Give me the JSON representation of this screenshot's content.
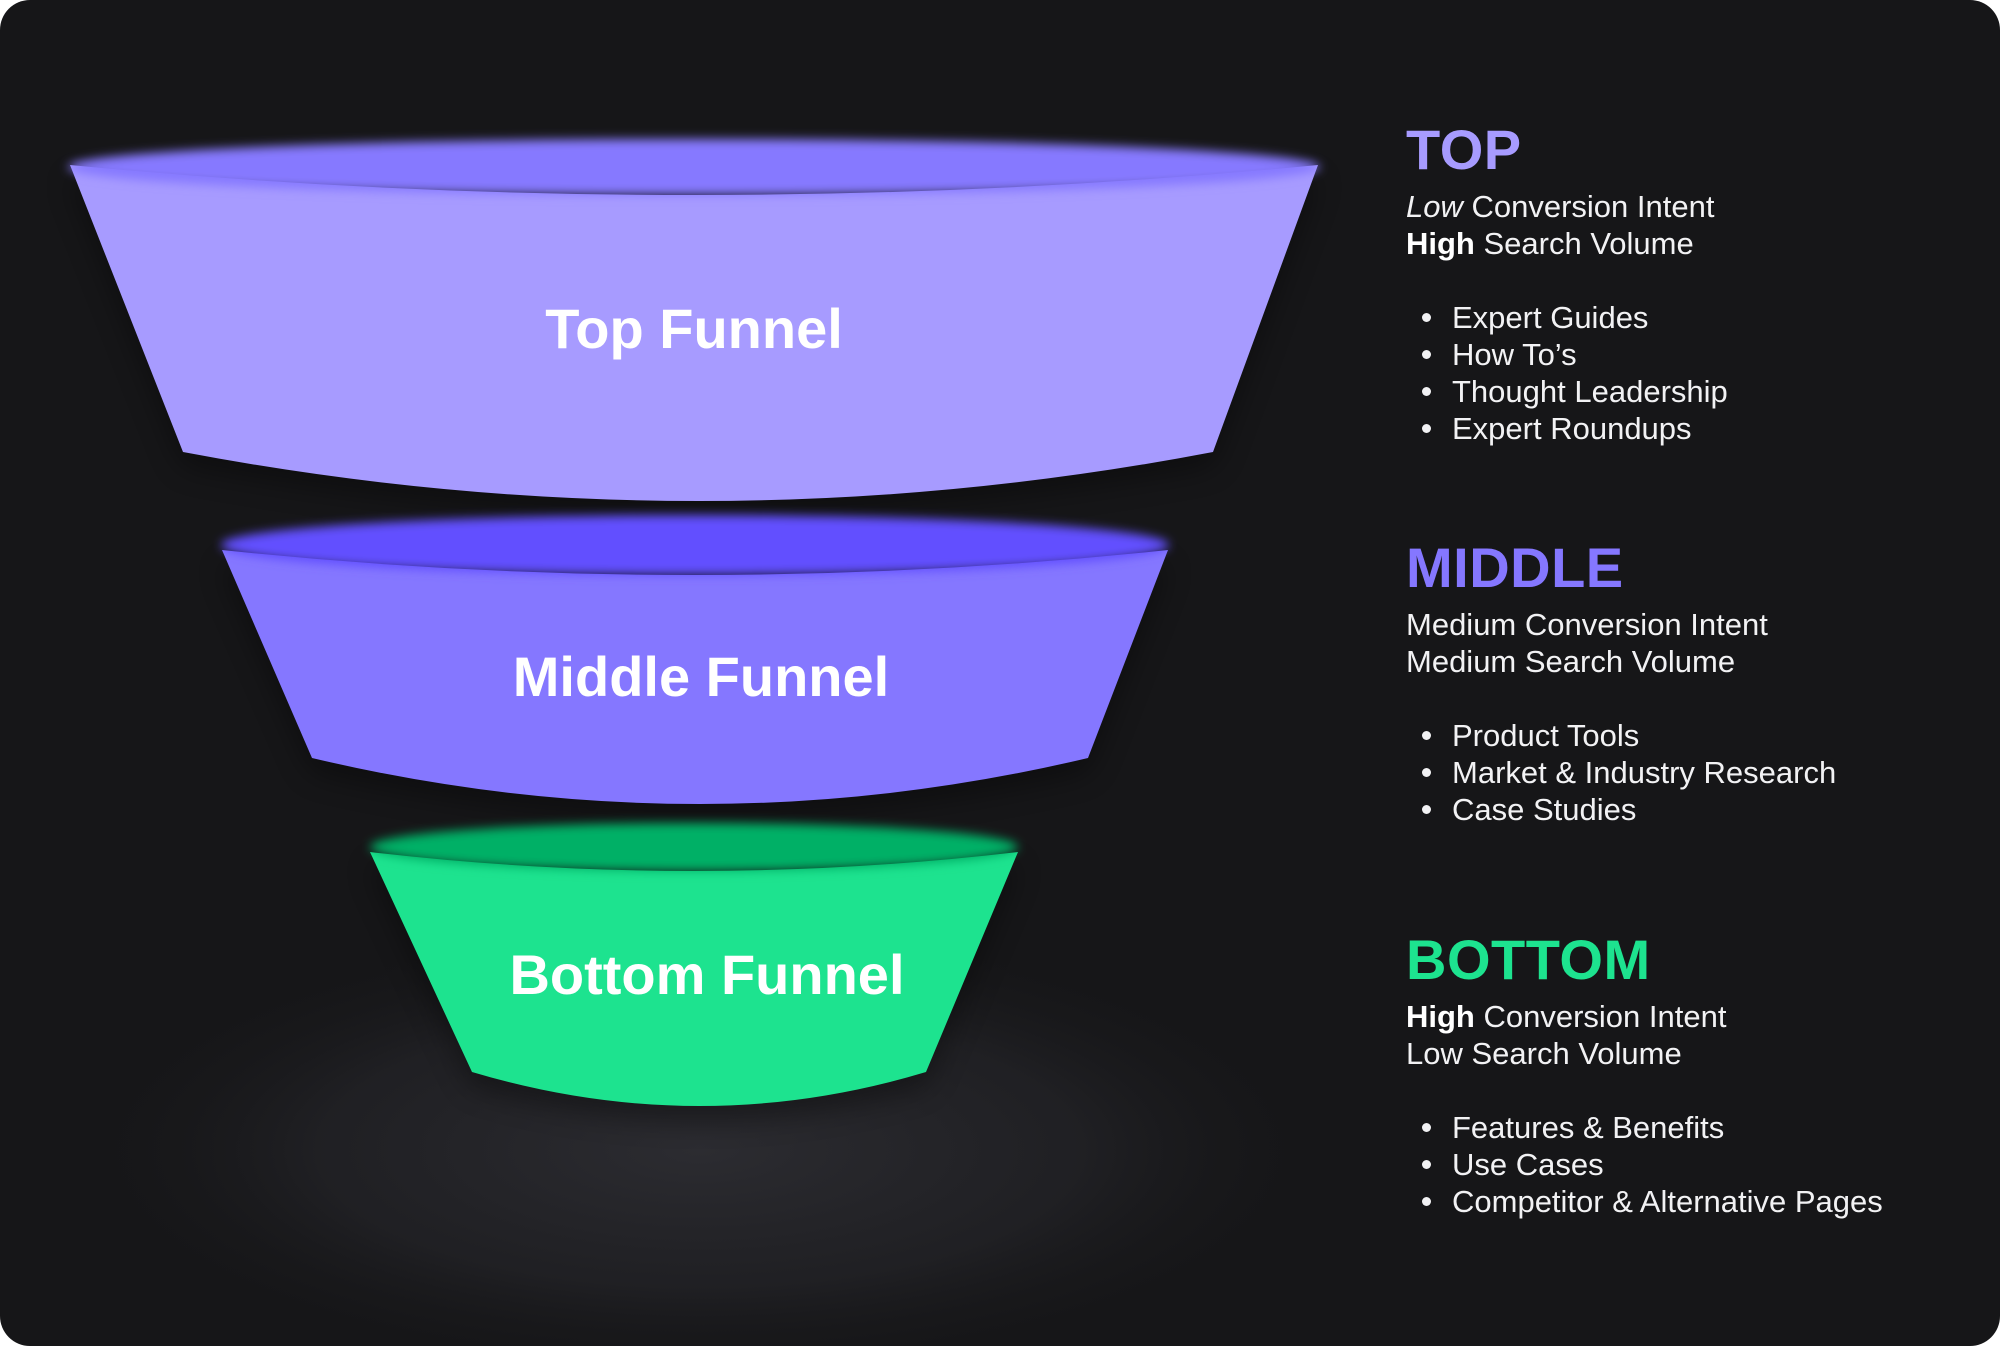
{
  "colors": {
    "background": "#161618",
    "top_front": "#a79bff",
    "top_rim": "#8679ff",
    "middle_front": "#8577ff",
    "middle_rim": "#6250ff",
    "bottom_front": "#1de38f",
    "bottom_rim": "#06b066",
    "text": "#f2f2f4"
  },
  "funnel": {
    "top_label": "Top Funnel",
    "middle_label": "Middle Funnel",
    "bottom_label": "Bottom Funnel"
  },
  "panels": {
    "top": {
      "heading": "TOP",
      "intent_emphasis": "Low",
      "intent_text": " Conversion Intent",
      "volume_emphasis": "High",
      "volume_text": " Search Volume",
      "items": [
        "Expert Guides",
        "How To’s",
        "Thought Leadership",
        "Expert Roundups"
      ]
    },
    "middle": {
      "heading": "MIDDLE",
      "intent_line": "Medium Conversion Intent",
      "volume_line": "Medium Search Volume",
      "items": [
        "Product Tools",
        "Market & Industry Research",
        "Case Studies"
      ]
    },
    "bottom": {
      "heading": "BOTTOM",
      "intent_emphasis": "High",
      "intent_text": " Conversion Intent",
      "volume_line": "Low Search Volume",
      "items": [
        "Features & Benefits",
        "Use Cases",
        "Competitor & Alternative Pages"
      ]
    }
  }
}
